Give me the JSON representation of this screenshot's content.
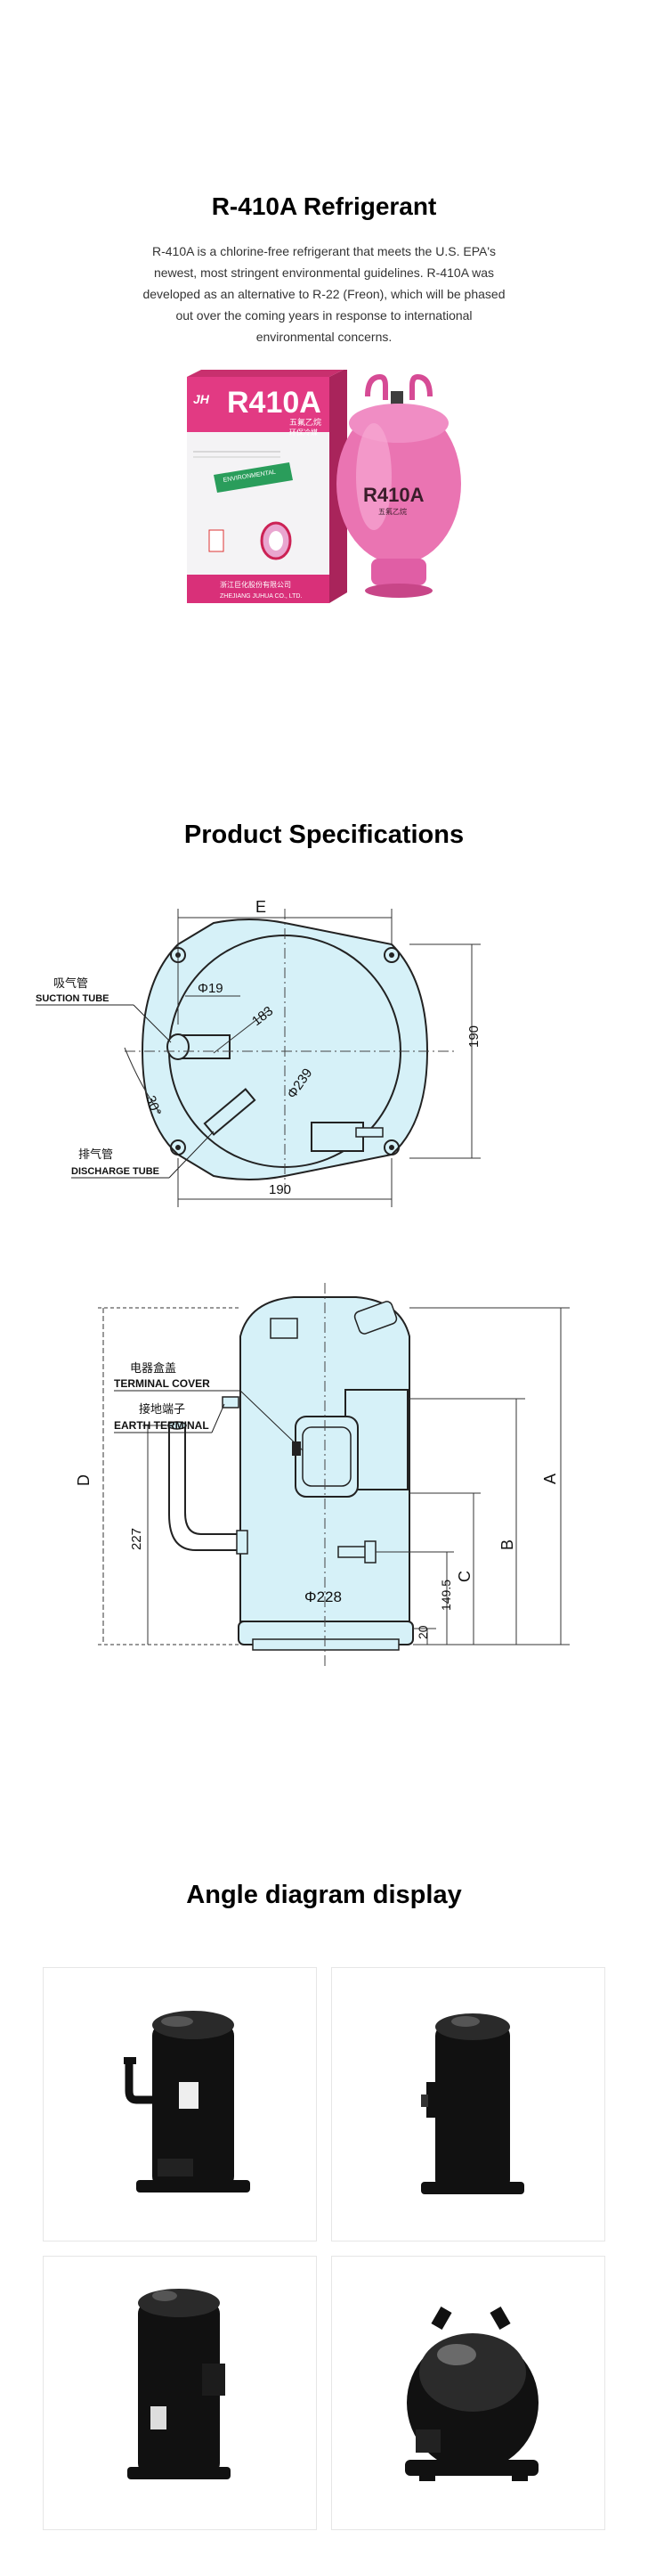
{
  "intro": {
    "title": "R-410A Refrigerant",
    "description": "R-410A is a chlorine-free refrigerant that meets the U.S. EPA's newest, most stringent environmental guidelines. R-410A was developed as an alternative to R-22 (Freon), which will be phased out over the coming years in response to international environmental concerns."
  },
  "product_image": {
    "box_brand": "R410A",
    "box_cn": "五氟乙烷",
    "box_sub": "环保冷媒",
    "box_label": "ENVIRONMENTAL",
    "box_maker": "浙江巨化股份有限公司",
    "box_maker_en": "ZHEJIANG JUHUA CO., LTD.",
    "cylinder_brand": "R410A",
    "cylinder_cn": "五氟乙烷"
  },
  "specs": {
    "title": "Product Specifications",
    "top_view": {
      "label_E": "E",
      "phi19": "Φ19",
      "suction_cn": "吸气管",
      "suction_en": "SUCTION TUBE",
      "dim_183": "183",
      "phi239": "Φ239",
      "angle_30": "30°",
      "dim_190_right": "190",
      "dim_190_bottom": "190",
      "discharge_cn": "排气管",
      "discharge_en": "DISCHARGE TUBE"
    },
    "side_view": {
      "terminal_cover_cn": "电器盒盖",
      "terminal_cover_en": "TERMINAL COVER",
      "earth_terminal_cn": "接地端子",
      "earth_terminal_en": "EARTH TERMINAL",
      "label_D": "D",
      "dim_227": "227",
      "phi228": "Φ228",
      "dim_20": "20",
      "dim_149_5": "149.5",
      "label_C": "C",
      "label_B": "B",
      "label_A": "A"
    }
  },
  "gallery": {
    "title": "Angle diagram display",
    "items": [
      {
        "name": "compressor-front-view"
      },
      {
        "name": "compressor-side-view"
      },
      {
        "name": "compressor-rear-view"
      },
      {
        "name": "compressor-top-view"
      }
    ]
  }
}
